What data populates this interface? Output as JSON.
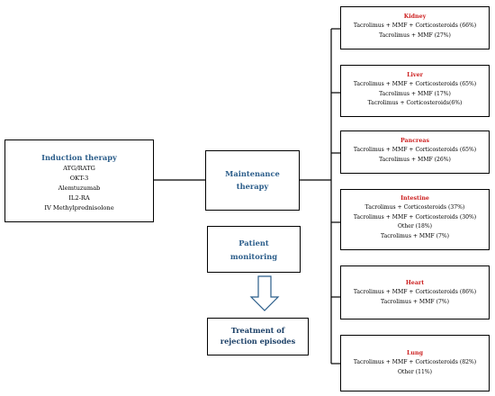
{
  "induction": {
    "title": "Induction therapy",
    "items": [
      "ATG/RATG",
      "OKT-3",
      "Alemtuzumab",
      "IL2-RA",
      "IV Methylprednisolone"
    ]
  },
  "maintenance": {
    "line1": "Maintenance",
    "line2": "therapy"
  },
  "monitoring": {
    "line1": "Patient",
    "line2": "monitoring"
  },
  "treatment": {
    "line1": "Treatment of",
    "line2": "rejection episodes"
  },
  "organs": [
    {
      "name": "Kidney",
      "lines": [
        "Tacrolimus + MMF + Corticosteroids (66%)",
        "Tacrolimus + MMF (27%)"
      ]
    },
    {
      "name": "Liver",
      "lines": [
        "Tacrolimus + MMF + Corticosteroids (65%)",
        "Tacrolimus + MMF (17%)",
        "Tacrolimus + Corticosteroids(6%)"
      ]
    },
    {
      "name": "Pancreas",
      "lines": [
        "Tacrolimus + MMF + Corticosteroids (65%)",
        "Tacrolimus + MMF (26%)"
      ]
    },
    {
      "name": "Intestine",
      "lines": [
        "Tacrolimus + Corticosteroids (37%)",
        "Tacrolimus + MMF + Corticosteroids (30%)",
        "Other (18%)",
        "Tacrolimus + MMF (7%)"
      ]
    },
    {
      "name": "Heart",
      "lines": [
        "Tacrolimus + MMF + Corticosteroids (86%)",
        "Tacrolimus + MMF (7%)"
      ]
    },
    {
      "name": "Lung",
      "lines": [
        "Tacrolimus + MMF + Corticosteroids (82%)",
        "Other (11%)"
      ]
    }
  ],
  "colors": {
    "heading_blue": "#2b5d8a",
    "organ_red": "#cc1f1f",
    "arrow_blue": "#2b5d8a"
  }
}
